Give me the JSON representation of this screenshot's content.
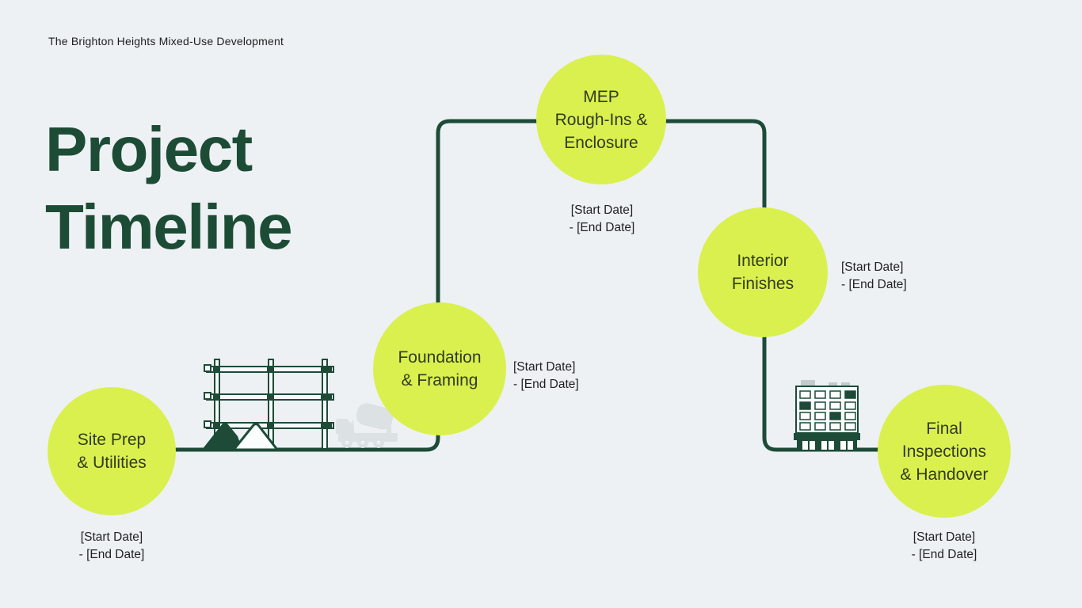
{
  "page": {
    "background": "#edf1f4",
    "accent_green": "#1d4b38",
    "title_color": "#1d4c36",
    "circle_color": "#daf04f",
    "circle_text_color": "#333b1d",
    "date_text_color": "#212121"
  },
  "header": {
    "project_name": "The Brighton Heights Mixed-Use Development",
    "title_lines": [
      "Project",
      "Timeline"
    ]
  },
  "milestones": [
    {
      "id": "site-prep",
      "label_lines": [
        "Site Prep",
        "& Utilities"
      ],
      "start_label": "[Start Date]",
      "end_label": "- [End Date]"
    },
    {
      "id": "foundation-framing",
      "label_lines": [
        "Foundation",
        "& Framing"
      ],
      "start_label": "[Start Date]",
      "end_label": "- [End Date]"
    },
    {
      "id": "mep-roughins-enclosure",
      "label_lines": [
        "MEP",
        "Rough-Ins &",
        "Enclosure"
      ],
      "start_label": "[Start Date]",
      "end_label": "- [End Date]"
    },
    {
      "id": "interior-finishes",
      "label_lines": [
        "Interior",
        "Finishes"
      ],
      "start_label": "[Start Date]",
      "end_label": "- [End Date]"
    },
    {
      "id": "final-inspections-handover",
      "label_lines": [
        "Final",
        "Inspections",
        "& Handover"
      ],
      "start_label": "[Start Date]",
      "end_label": "- [End Date]"
    }
  ],
  "illustrations": {
    "construction_frame": "construction-frame-illustration",
    "cement_truck": "cement-truck-illustration",
    "building": "building-illustration",
    "timeline_path": "timeline-connector-path"
  }
}
